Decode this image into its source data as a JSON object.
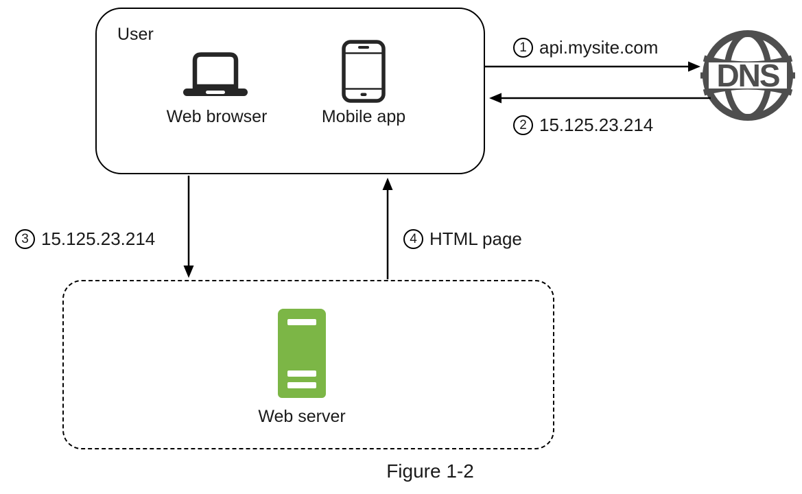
{
  "diagram": {
    "user_box": {
      "title": "User"
    },
    "devices": [
      {
        "name": "laptop",
        "label": "Web browser"
      },
      {
        "name": "mobile",
        "label": "Mobile app"
      }
    ],
    "dns": {
      "label": "DNS"
    },
    "arrows": [
      {
        "step": "1",
        "label": "api.mysite.com",
        "from": "user",
        "to": "dns"
      },
      {
        "step": "2",
        "label": "15.125.23.214",
        "from": "dns",
        "to": "user"
      },
      {
        "step": "3",
        "label": "15.125.23.214",
        "from": "user",
        "to": "web-server"
      },
      {
        "step": "4",
        "label": "HTML page",
        "from": "web-server",
        "to": "user"
      }
    ],
    "web_server_box": {
      "label": "Web server"
    },
    "caption": "Figure 1-2",
    "colors": {
      "line": "#000000",
      "globe_gray": "#4e4e4e",
      "device_icon": "#262626",
      "server_green": "#7cb646",
      "background": "#ffffff"
    }
  }
}
